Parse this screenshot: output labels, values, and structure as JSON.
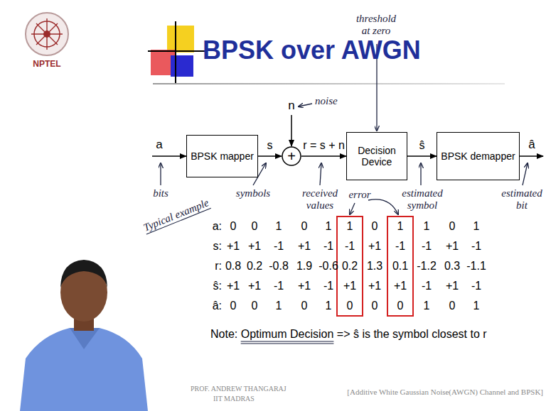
{
  "diagram": {
    "title": "BPSK over AWGN",
    "nodes": [
      {
        "text": [
          "BPSK mapper"
        ]
      },
      {
        "text": [
          "+"
        ]
      },
      {
        "text": [
          "Decision Device"
        ]
      },
      {
        "text": [
          "BPSK demapper"
        ]
      }
    ],
    "edges": [
      {
        "from": 0,
        "to": 1,
        "arrow": "to",
        "label": "s"
      },
      {
        "from": 1,
        "to": 2,
        "arrow": "to",
        "label": "r = s + n"
      },
      {
        "from": 2,
        "to": 3,
        "arrow": "to",
        "label": "ŝ"
      }
    ],
    "labels": [
      "NPTEL",
      "a",
      "bits",
      "symbols",
      "n",
      "noise",
      "received values",
      "threshold at zero",
      "estimated symbol",
      "â",
      "estimated bit",
      "Typical example",
      "error",
      "a:",
      "0",
      "0",
      "1",
      "0",
      "1",
      "1",
      "0",
      "1",
      "1",
      "0",
      "1",
      "s:",
      "+1",
      "+1",
      "-1",
      "+1",
      "-1",
      "-1",
      "+1",
      "-1",
      "-1",
      "+1",
      "-1",
      "r:",
      "0.8",
      "0.2",
      "-0.8",
      "1.9",
      "-0.6",
      "0.2",
      "1.3",
      "0.1",
      "-1.2",
      "0.3",
      "-1.1",
      "ŝ:",
      "+1",
      "+1",
      "-1",
      "+1",
      "-1",
      "+1",
      "+1",
      "+1",
      "-1",
      "+1",
      "-1",
      "â:",
      "0",
      "0",
      "1",
      "0",
      "1",
      "0",
      "0",
      "0",
      "1",
      "0",
      "1",
      "Note: Optimum Decision => ŝ is the symbol closest to r",
      "PROF. ANDREW THANGARAJ",
      "IIT MADRAS",
      "[Additive White Gaussian Noise(AWGN) Channel and BPSK]"
    ]
  }
}
